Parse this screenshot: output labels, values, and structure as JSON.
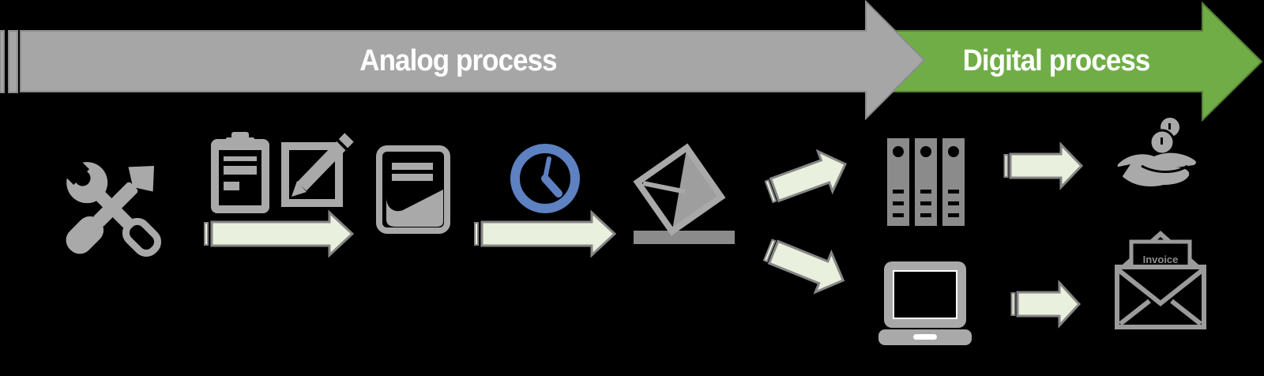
{
  "title": "Analog process to digital process flow diagram",
  "banner": {
    "analog_label": "Analog process",
    "digital_label": "Digital process"
  },
  "flow": {
    "invoice_label": "Invoice",
    "steps": [
      {
        "icon": "tools-icon"
      },
      {
        "icon": "clipboard-icon"
      },
      {
        "icon": "checkbox-pencil-icon"
      },
      {
        "icon": "document-icon"
      },
      {
        "icon": "clock-icon"
      },
      {
        "icon": "envelope-slot-icon"
      },
      {
        "icon": "binders-icon"
      },
      {
        "icon": "laptop-icon"
      },
      {
        "icon": "hand-coins-icon"
      },
      {
        "icon": "invoice-envelope-icon"
      }
    ]
  },
  "colors": {
    "background": "#000000",
    "analog_arrow": "#a6a6a6",
    "analog_arrow_edge": "#8c8c8c",
    "digital_arrow": "#70ad47",
    "digital_arrow_edge": "#558235",
    "banner_text": "#ffffff",
    "icon_gray": "#a9a9a9",
    "icon_gray_dark": "#8b8b8b",
    "invoice_outline_gray": "#9b9b9b",
    "clock_blue": "#5d81c1",
    "flow_arrow_fill": "#e9f1de",
    "flow_arrow_stroke": "#868686"
  }
}
